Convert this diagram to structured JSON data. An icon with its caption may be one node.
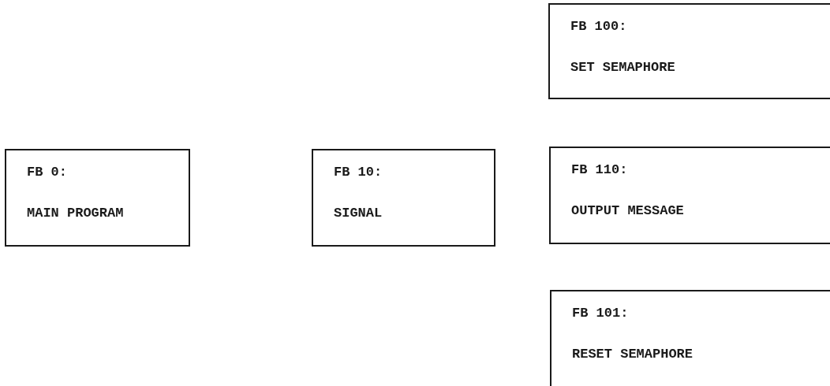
{
  "diagram": {
    "nodes": [
      {
        "text": [
          "FB 0:",
          "MAIN PROGRAM"
        ]
      },
      {
        "text": [
          "FB 10:",
          "SIGNAL"
        ]
      },
      {
        "text": [
          "FB 100:",
          "SET SEMAPHORE"
        ]
      },
      {
        "text": [
          "FB 110:",
          "OUTPUT MESSAGE"
        ]
      },
      {
        "text": [
          "FB 101:",
          "RESET SEMAPHORE"
        ]
      }
    ]
  }
}
